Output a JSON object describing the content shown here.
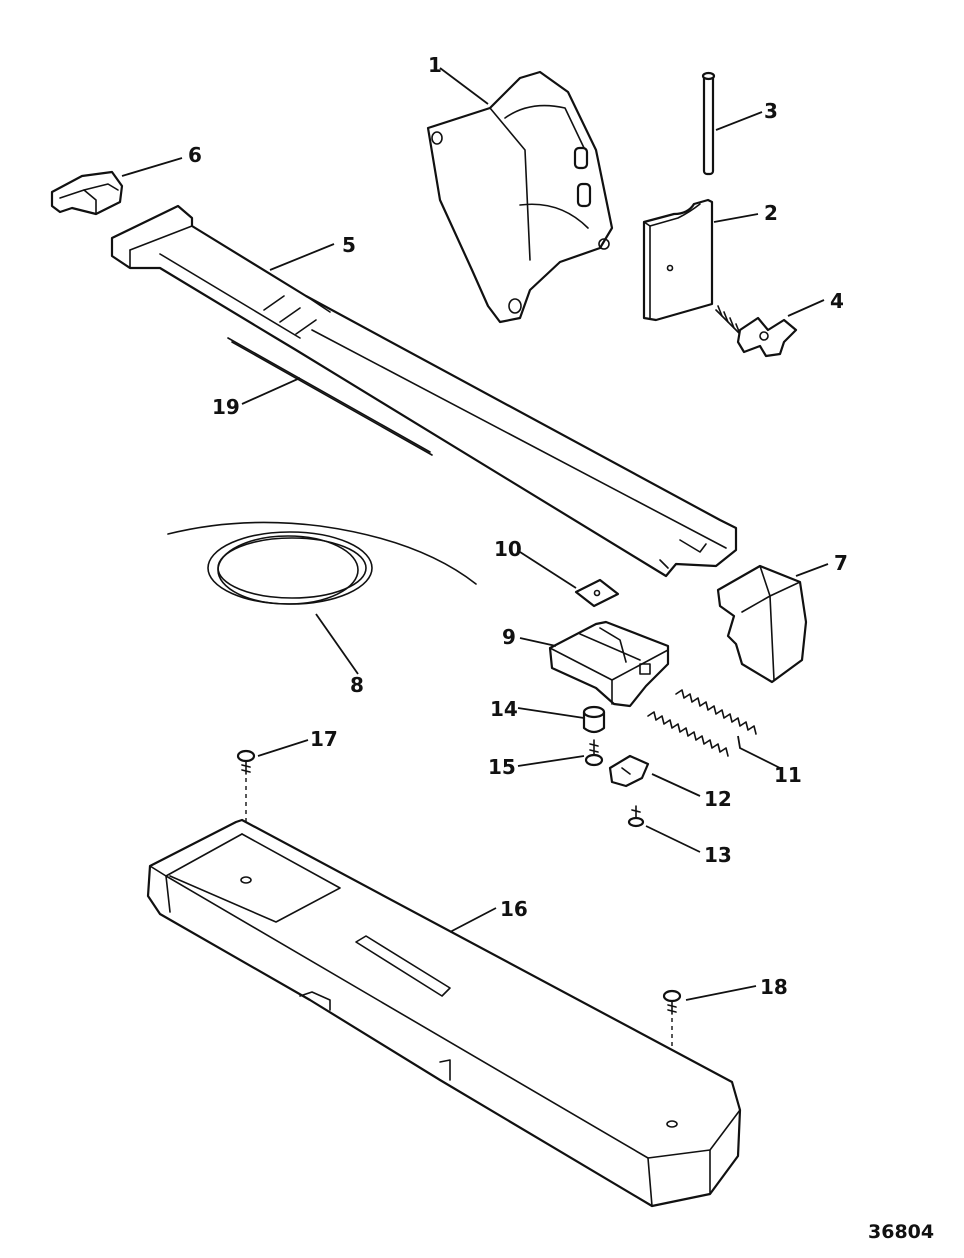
{
  "figure_number": "36804",
  "callouts": {
    "c1": "1",
    "c2": "2",
    "c3": "3",
    "c4": "4",
    "c5": "5",
    "c6": "6",
    "c7": "7",
    "c8": "8",
    "c9": "9",
    "c10": "10",
    "c11": "11",
    "c12": "12",
    "c13": "13",
    "c14": "14",
    "c15": "15",
    "c16": "16",
    "c17": "17",
    "c18": "18",
    "c19": "19"
  }
}
